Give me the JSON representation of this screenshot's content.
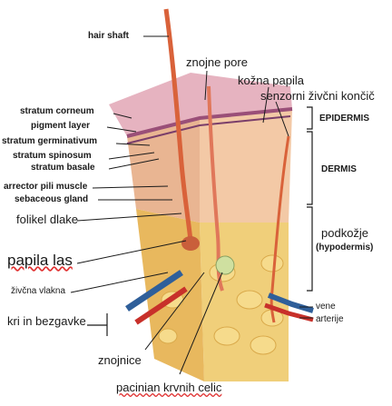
{
  "labels": {
    "hair_shaft": "hair shaft",
    "znojne_pore": "znojne pore",
    "kozna_papila": "kožna papila",
    "senzorni": "senzorni živčni končič",
    "stratum_corneum": "stratum corneum",
    "pigment_layer": "pigment layer",
    "stratum_germinativum": "stratum germinativum",
    "stratum_spinosum": "stratum spinosum",
    "stratum_basale": "stratum basale",
    "arrector": "arrector pili muscle",
    "sebaceous": "sebaceous gland",
    "folikel": "folikel dlake",
    "papila_las": "papila las",
    "zivcna_vlakna": "živčna vlakna",
    "kri": "kri in bezgavke",
    "znojnice": "znojnice",
    "pacinian": "pacinian krvnih celic",
    "epidermis": "EPIDERMIS",
    "dermis": "DERMIS",
    "podkozje": "podkožje",
    "hypodermis": "(hypodermis)",
    "vene": "vene",
    "arterije": "arterije"
  },
  "colors": {
    "epidermis": "#e8b8c8",
    "dermis": "#f2c9a8",
    "fat": "#f3d27a",
    "hair": "#d9623a",
    "vein": "#2f5f9a",
    "artery": "#c8302a"
  }
}
